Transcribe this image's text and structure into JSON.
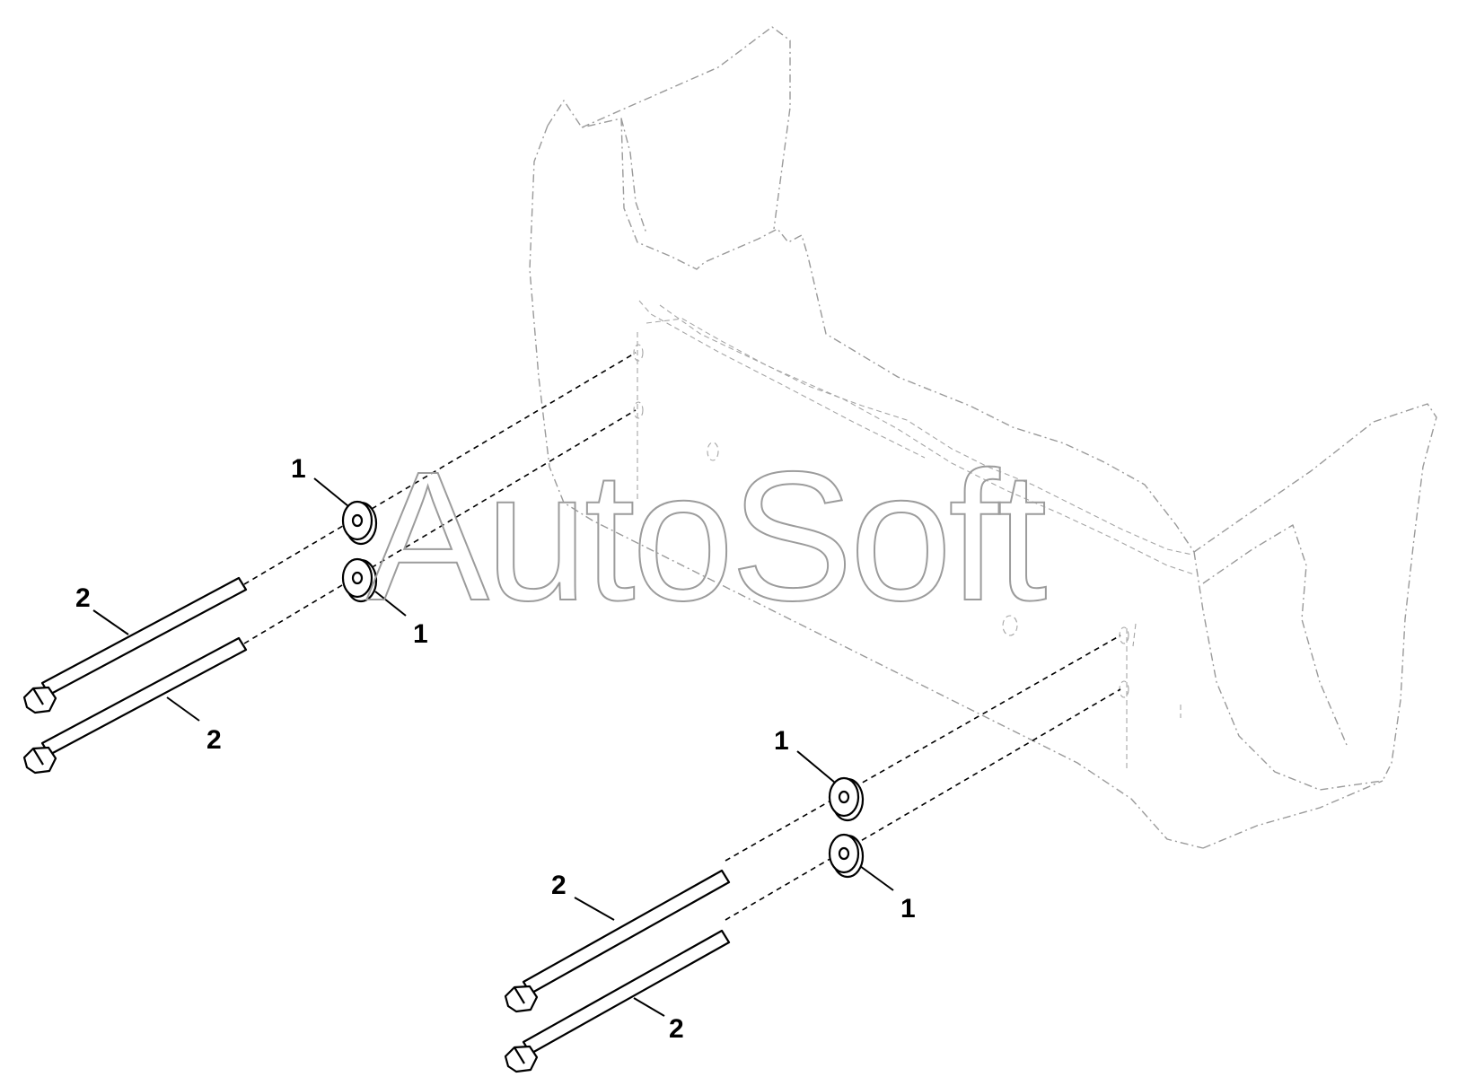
{
  "watermark": "AutoSoft",
  "callouts": {
    "washer": "1",
    "bolt": "2"
  },
  "parts": [
    {
      "item": "1",
      "name": "washer-icon",
      "quantity_shown": 4
    },
    {
      "item": "2",
      "name": "bolt-icon",
      "quantity_shown": 4
    }
  ],
  "colors": {
    "line": "#000000",
    "phantom": "#9a9a9a",
    "watermark": "#9c9c9c"
  }
}
